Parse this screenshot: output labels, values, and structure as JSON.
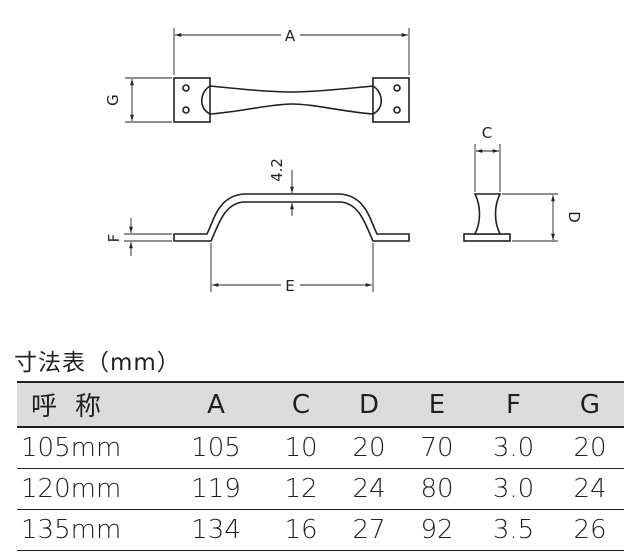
{
  "diagram": {
    "labels": {
      "A": "A",
      "G": "G",
      "C": "C",
      "D": "D",
      "thickness": "4.2",
      "F": "F",
      "E": "E"
    }
  },
  "table": {
    "caption": "寸法表（mm）",
    "headers": [
      "呼称",
      "A",
      "C",
      "D",
      "E",
      "F",
      "G"
    ],
    "rows": [
      [
        "105mm",
        "105",
        "10",
        "20",
        "70",
        "3.0",
        "20"
      ],
      [
        "120mm",
        "119",
        "12",
        "24",
        "80",
        "3.0",
        "24"
      ],
      [
        "135mm",
        "134",
        "16",
        "27",
        "92",
        "3.5",
        "26"
      ]
    ]
  }
}
